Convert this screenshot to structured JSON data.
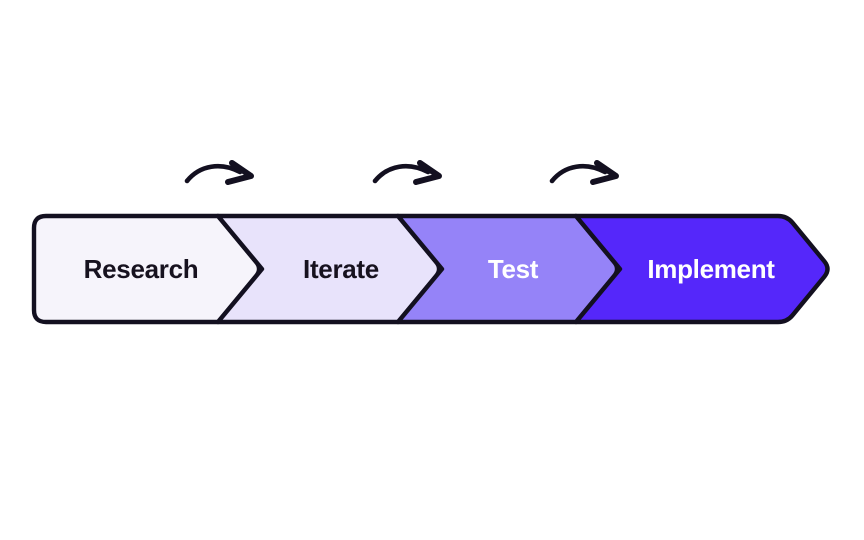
{
  "diagram": {
    "type": "process-flow",
    "background": "#ffffff",
    "outline_color": "#131020",
    "arrow_color": "#131020",
    "steps": [
      {
        "label": "Research",
        "fill": "#F6F4FB",
        "text_color": "#17121F"
      },
      {
        "label": "Iterate",
        "fill": "#E8E3FB",
        "text_color": "#17121F"
      },
      {
        "label": "Test",
        "fill": "#9583F8",
        "text_color": "#FFFFFF"
      },
      {
        "label": "Implement",
        "fill": "#5527FA",
        "text_color": "#FFFFFF"
      }
    ],
    "arrows": {
      "icon": "curved-right-arrow",
      "count": 3
    }
  }
}
